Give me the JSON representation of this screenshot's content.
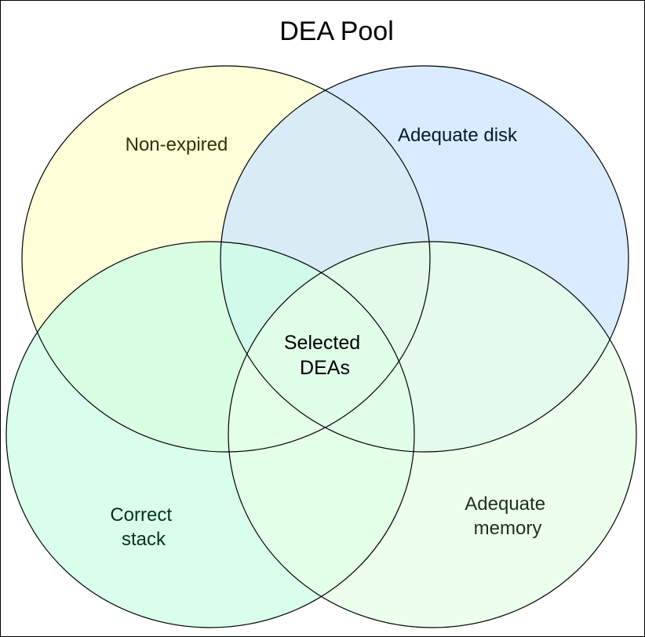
{
  "title": "DEA Pool",
  "sets": [
    {
      "id": "non-expired",
      "label": "Non-expired",
      "fill": "#FFFFCC",
      "label_color": "#333300"
    },
    {
      "id": "adequate-disk",
      "label": "Adequate disk",
      "fill": "#CCE5FF",
      "label_color": "#001933"
    },
    {
      "id": "correct-stack",
      "label_lines": [
        "Correct",
        "stack"
      ],
      "fill": "#CCFFE6",
      "label_color": "#003319"
    },
    {
      "id": "adequate-memory",
      "label_lines": [
        "Adequate",
        "memory"
      ],
      "fill": "#E6FFE6",
      "label_color": "#1A331A"
    }
  ],
  "intersection": {
    "label_lines": [
      "Selected",
      "DEAs"
    ]
  }
}
